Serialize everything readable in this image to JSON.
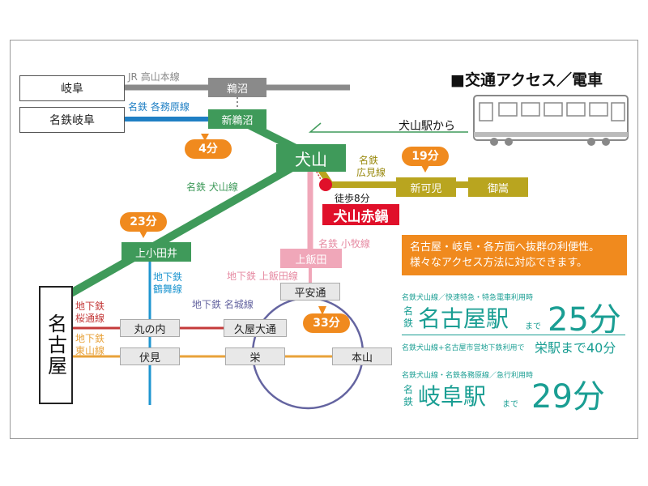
{
  "title": "■交通アクセス／電車",
  "origins": {
    "gifu": "岐阜",
    "meitetsu_gifu": "名鉄岐阜"
  },
  "stations": {
    "unuma": "鵜沼",
    "shin_unuma": "新鵜沼",
    "inuyama": "犬山",
    "shin_kani": "新可児",
    "mitake": "御嵩",
    "kamiiida": "上飯田",
    "kamiotai": "上小田井",
    "heian_dori": "平安通",
    "marunouchi": "丸の内",
    "hisaya_odori": "久屋大通",
    "fushimi": "伏見",
    "sakae": "栄",
    "motoyama": "本山",
    "nagoya": "名古屋"
  },
  "lines": {
    "jr_takayama": "JR 高山本線",
    "meitetsu_kakamigahara": "名鉄 各務原線",
    "meitetsu_inuyama": "名鉄 犬山線",
    "meitetsu_hiromi_1": "名鉄",
    "meitetsu_hiromi_2": "広見線",
    "meitetsu_komaki": "名鉄 小牧線",
    "subway_kamiiida": "地下鉄 上飯田線",
    "subway_tsurumai_1": "地下鉄",
    "subway_tsurumai_2": "鶴舞線",
    "subway_meijo": "地下鉄 名城線",
    "subway_sakuradori_1": "地下鉄",
    "subway_sakuradori_2": "桜通線",
    "subway_higashiyama_1": "地下鉄",
    "subway_higashiyama_2": "東山線"
  },
  "times": {
    "t4": "4分",
    "t19": "19分",
    "t23": "23分",
    "t33": "33分"
  },
  "from_inuyama": "犬山駅から",
  "walk": "徒歩8分",
  "destination": "犬山赤鍋",
  "notice_line1": "名古屋・岐阜・各方面へ抜群の利便性。",
  "notice_line2": "様々なアクセス方法に対応できます。",
  "access1": {
    "note": "名鉄犬山線／快速特急・特急電車利用時",
    "prefix_1": "名",
    "prefix_2": "鉄",
    "dest": "名古屋駅",
    "made": "まで",
    "time": "25分"
  },
  "access2": {
    "note": "名鉄犬山線+名古屋市営地下鉄利用で",
    "dest_time": "栄駅まで40分"
  },
  "access3": {
    "note": "名鉄犬山線・名鉄各務原線／急行利用時",
    "prefix_1": "名",
    "prefix_2": "鉄",
    "dest": "岐阜駅",
    "made": "まで",
    "time": "29分"
  },
  "colors": {
    "jr": "#8a8a8a",
    "kakamigahara": "#1f7fc4",
    "inuyama_line": "#3f9a5a",
    "hiromi": "#b9a51f",
    "komaki": "#f0a7b9",
    "tsurumai": "#1f96d0",
    "meijo": "#6464a0",
    "sakuradori": "#c43a3a",
    "higashiyama": "#e8a23a",
    "time_badge": "#f08a1e",
    "teal": "#1a9e93",
    "dest_red": "#e0102a"
  }
}
